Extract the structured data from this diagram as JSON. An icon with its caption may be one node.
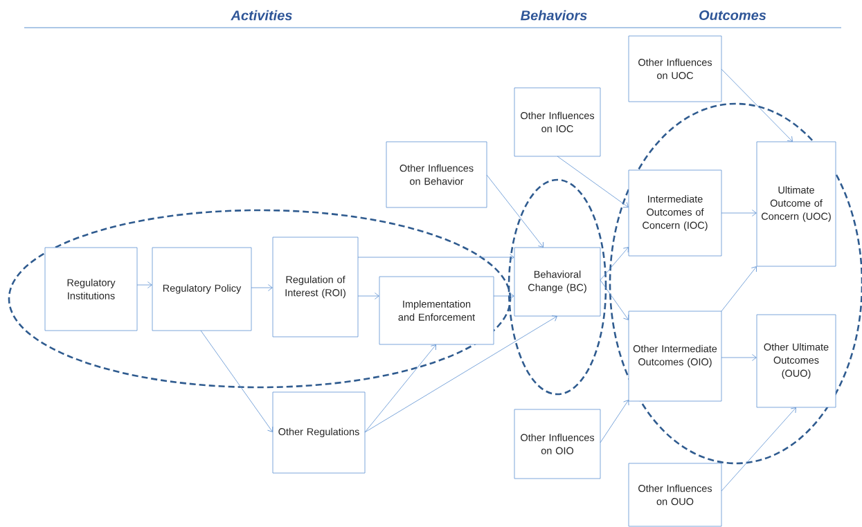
{
  "diagram": {
    "nodes": [
      {
        "text": [
          "Regulatory Institutions"
        ]
      },
      {
        "text": [
          "Regulatory Policy"
        ]
      },
      {
        "text": [
          "Regulation of Interest (ROI)"
        ]
      },
      {
        "text": [
          "Implementation and Enforcement"
        ]
      },
      {
        "text": [
          "Other Regulations"
        ]
      },
      {
        "text": [
          "Other Influences on Behavior"
        ]
      },
      {
        "text": [
          "Other Influences on IOC"
        ]
      },
      {
        "text": [
          "Behavioral Change (BC)"
        ]
      },
      {
        "text": [
          "Other Influences on UOC"
        ]
      },
      {
        "text": [
          "Intermediate Outcomes of Concern (IOC)"
        ]
      },
      {
        "text": [
          "Ultimate Outcome of Concern (UOC)"
        ]
      },
      {
        "text": [
          "Other Intermediate Outcomes (OIO)"
        ]
      },
      {
        "text": [
          "Other Ultimate Outcomes (OUO)"
        ]
      },
      {
        "text": [
          "Other Influences on OIO"
        ]
      },
      {
        "text": [
          "Other Influences on OUO"
        ]
      }
    ],
    "edges": [
      {
        "from": 0,
        "to": 1,
        "arrow": "to"
      },
      {
        "from": 1,
        "to": 2,
        "arrow": "to"
      },
      {
        "from": 1,
        "to": 4,
        "arrow": "to"
      },
      {
        "from": 2,
        "to": 3,
        "arrow": "to"
      },
      {
        "from": 2,
        "to": 7,
        "arrow": "to"
      },
      {
        "from": 3,
        "to": 7,
        "arrow": "to"
      },
      {
        "from": 4,
        "to": 3,
        "arrow": "to"
      },
      {
        "from": 4,
        "to": 7,
        "arrow": "to"
      },
      {
        "from": 5,
        "to": 7,
        "arrow": "to"
      },
      {
        "from": 6,
        "to": 9,
        "arrow": "to"
      },
      {
        "from": 7,
        "to": 9,
        "arrow": "to"
      },
      {
        "from": 7,
        "to": 11,
        "arrow": "to"
      },
      {
        "from": 8,
        "to": 10,
        "arrow": "to"
      },
      {
        "from": 9,
        "to": 10,
        "arrow": "to"
      },
      {
        "from": 11,
        "to": 10,
        "arrow": "to"
      },
      {
        "from": 11,
        "to": 12,
        "arrow": "to"
      },
      {
        "from": 13,
        "to": 11,
        "arrow": "to"
      },
      {
        "from": 14,
        "to": 12,
        "arrow": "to"
      }
    ],
    "labels": [
      "Activities",
      "Behaviors",
      "Outcomes"
    ]
  }
}
